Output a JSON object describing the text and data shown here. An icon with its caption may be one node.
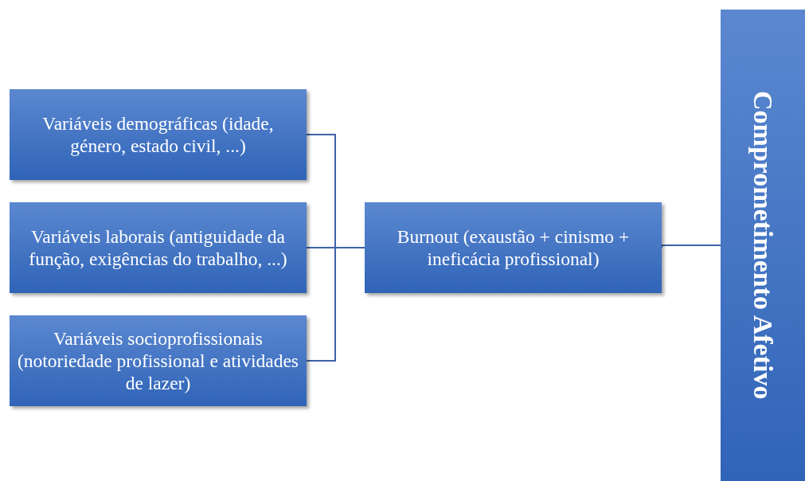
{
  "diagram": {
    "nodes": [
      {
        "text": [
          "Variáveis demográficas (idade, género, estado civil, ...)"
        ]
      },
      {
        "text": [
          "Variáveis laborais (antiguidade da função, exigências do trabalho, ...)"
        ]
      },
      {
        "text": [
          "Variáveis socioprofissionais (notoriedade profissional e atividades de lazer)"
        ]
      },
      {
        "text": [
          "Burnout (exaustão + cinismo + ineficácia profissional)"
        ]
      },
      {
        "text": [
          "Comprometimento Afetivo"
        ]
      }
    ],
    "edges": [
      {
        "from": 0,
        "to": 3,
        "arrow": "none"
      },
      {
        "from": 1,
        "to": 3,
        "arrow": "none"
      },
      {
        "from": 2,
        "to": 3,
        "arrow": "none"
      },
      {
        "from": 3,
        "to": 4,
        "arrow": "none"
      }
    ]
  }
}
